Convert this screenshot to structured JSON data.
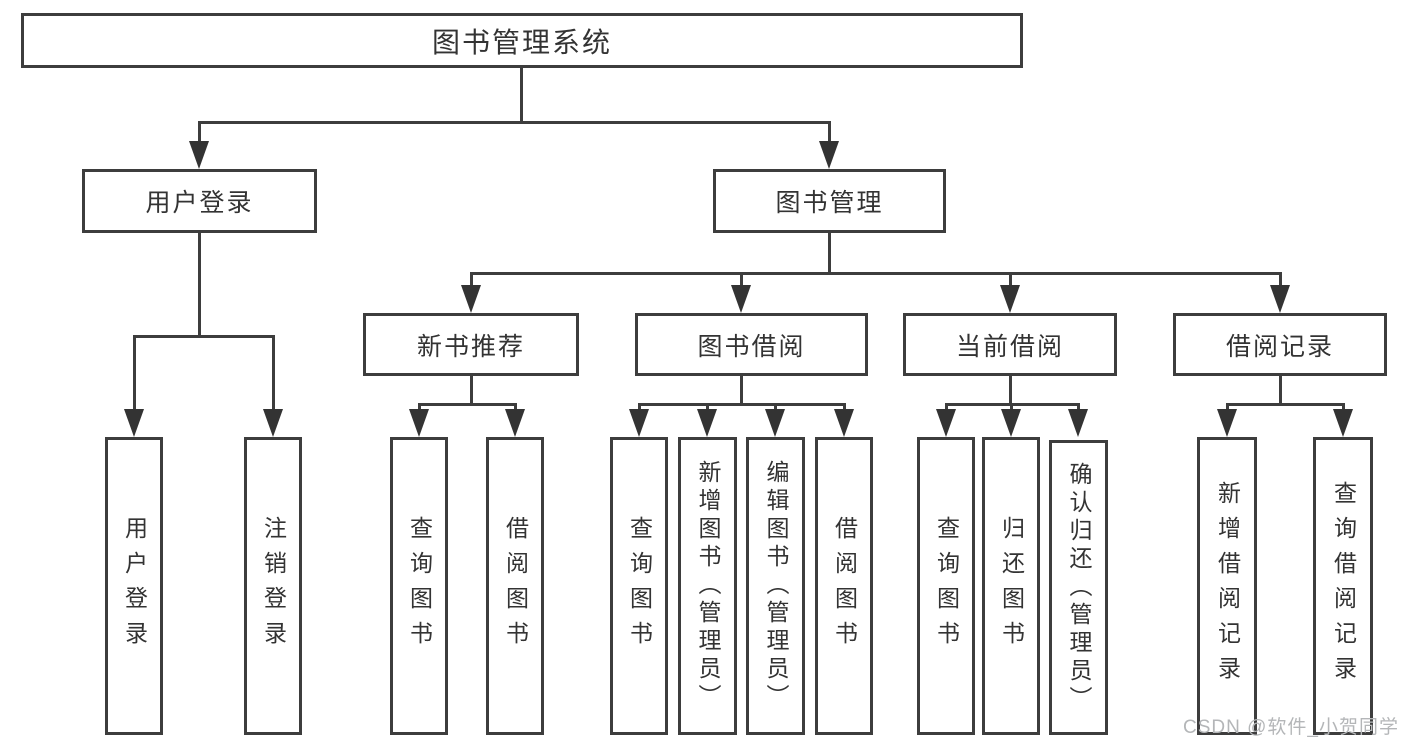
{
  "tree": {
    "root": {
      "label": "图书管理系统",
      "children": [
        {
          "label": "用户登录",
          "children": [
            {
              "label": "用户登录"
            },
            {
              "label": "注销登录"
            }
          ]
        },
        {
          "label": "图书管理",
          "children": [
            {
              "label": "新书推荐",
              "children": [
                {
                  "label": "查询图书"
                },
                {
                  "label": "借阅图书"
                }
              ]
            },
            {
              "label": "图书借阅",
              "children": [
                {
                  "label": "查询图书"
                },
                {
                  "label": "新增图书（管理员）"
                },
                {
                  "label": "编辑图书（管理员）"
                },
                {
                  "label": "借阅图书"
                }
              ]
            },
            {
              "label": "当前借阅",
              "children": [
                {
                  "label": "查询图书"
                },
                {
                  "label": "归还图书"
                },
                {
                  "label": "确认归还（管理员）"
                }
              ]
            },
            {
              "label": "借阅记录",
              "children": [
                {
                  "label": "新增借阅记录"
                },
                {
                  "label": "查询借阅记录"
                }
              ]
            }
          ]
        }
      ]
    }
  },
  "watermark": {
    "text": "CSDN @软件_小贺同学"
  },
  "colors": {
    "line": "#3d3d3d",
    "text": "#333333",
    "watermark": "#b4b6b8",
    "background": "#ffffff"
  }
}
